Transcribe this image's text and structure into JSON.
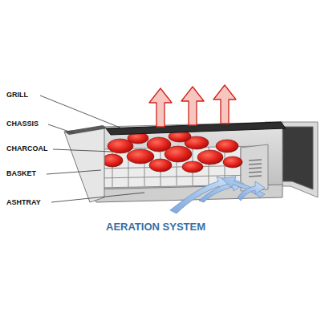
{
  "diagram": {
    "caption": "AERATION SYSTEM",
    "labels": [
      "GRILL",
      "CHASSIS",
      "CHARCOAL",
      "BASKET",
      "ASHTRAY"
    ]
  }
}
